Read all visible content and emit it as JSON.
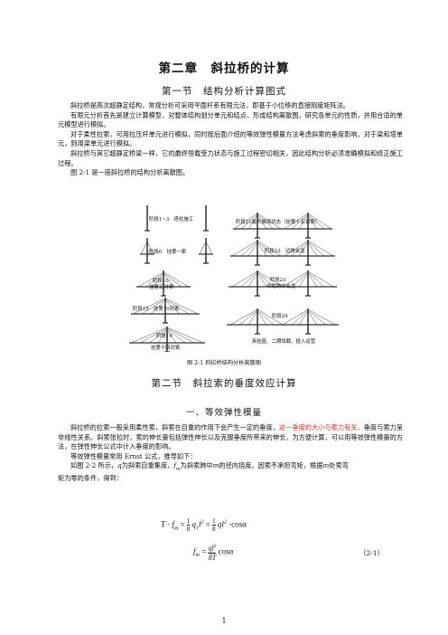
{
  "chapter_title": "第二章　斜拉桥的计算",
  "section1_title": "第一节　结构分析计算图式",
  "s1_paragraphs": [
    "斜拉桥是高次超静定结构，常规分析可采用平面杆系有限元法，即基于小位移的直接刚度矩阵法。",
    "有限元分析首先是建立计算模型，对整体结构划分单元和结点，形成结构离散图，研究各单元的性质，并用合适的单元模型进行模拟。",
    "对于柔性拉索，可用拉压杆单元进行模拟，同时按后面介绍的等效弹性模量方法考虑斜索的垂度影响，对于梁和塔单元，则用梁单元进行模拟。",
    "斜拉桥与其它超静定桥梁一样，它的最终恒载受力状态与施工过程密切相关，因此结构分析必须准确模拟和修正施工过程。",
    "图 2-1 是一座斜拉桥的结构分析离散图。"
  ],
  "figure_labels": [
    "阶段1~3　塔柱施工",
    "阶段6　挂第一索",
    "阶段10",
    "挂第五对索",
    "阶段15　挂第10对索",
    "阶段19",
    "挂第十四对索",
    "阶段21最大悬臂状态（挂第十五对索）",
    "阶段22　边跨合龙",
    "阶段23",
    "中跨跨中合龙",
    "阶段24",
    "拆挂篮、二期恒载、投入运营"
  ],
  "figure_caption": "图 2-1 斜拉桥结构分析离散图",
  "section2_title": "第二节　斜拉索的垂度效应计算",
  "subsection_title": "一、等效弹性模量",
  "s2_p1_a": "斜拉桥的拉索一般采用柔性索，斜索在自重的作用下会产生一定的垂度，",
  "s2_p1_red": "这一垂度的大小与索力有关，",
  "s2_p1_b": "垂度与索力呈非线性关系。斜索张拉时，索的伸长量包括弹性伸长以及克服垂度所带来的伸长，为方便计算，可以用等效弹性模量的方法，在弹性伸长公式中计入垂度的影响。",
  "s2_p2": "等效弹性模量常用 Ernst 公式，推导如下：",
  "s2_p3_a": "如图 2-2 所示，",
  "s2_p3_q": "q",
  "s2_p3_b": "为斜索自重集度，",
  "s2_p3_fm": "f",
  "s2_p3_fm_sub": "m",
  "s2_p3_c": "为斜索跨中",
  "s2_p3_m": "m",
  "s2_p3_d": "的径向挠度。因索不承担弯矩，根据",
  "s2_p3_m2": "m",
  "s2_p3_e": "处索弯",
  "s2_p3_f": "矩为零的条件，得到：",
  "eq1": {
    "lhs_T": "T",
    "dot": "·",
    "lhs_f": "f",
    "lhs_sub": "m",
    "eq": "=",
    "one": "1",
    "eight": "8",
    "q1": "q",
    "q1_sub": "1",
    "l": "l",
    "sq": "2",
    "eq2": "=",
    "q": "q",
    "cos": "·cosα"
  },
  "eq2": {
    "f": "f",
    "sub": "m",
    "eq": "=",
    "num_q": "q",
    "num_l": "l",
    "sq": "2",
    "den": "8T",
    "cos": "cosα",
    "number": "（2-1）"
  },
  "page_number": "1"
}
